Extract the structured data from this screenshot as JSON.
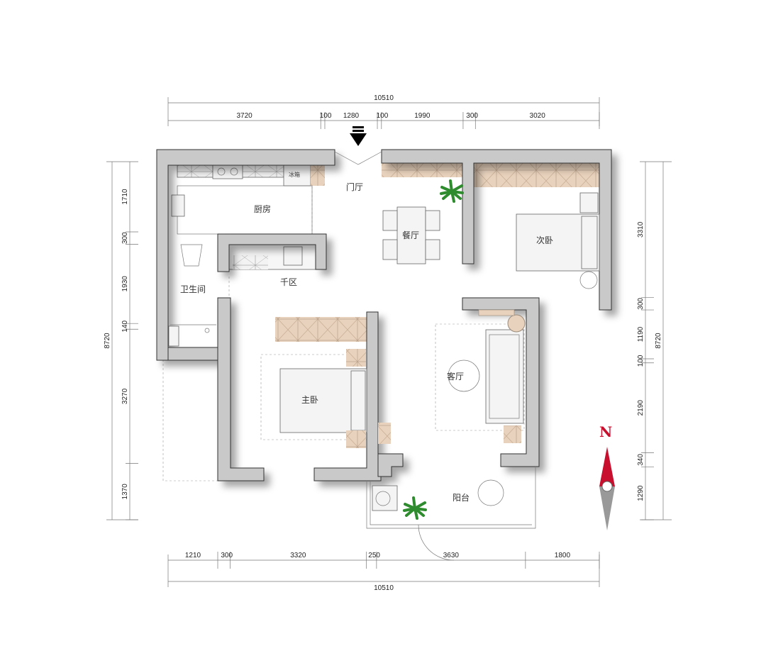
{
  "dimensions": {
    "top_total": "10510",
    "top_segments": [
      "3720",
      "100",
      "1280",
      "100",
      "1990",
      "300",
      "3020"
    ],
    "top_segment_mm": [
      3720,
      100,
      1280,
      100,
      1990,
      300,
      3020
    ],
    "left_total": "8720",
    "left_segments": [
      "1710",
      "300",
      "1930",
      "140",
      "3270",
      "1370"
    ],
    "left_segment_mm": [
      1710,
      300,
      1930,
      140,
      3270,
      1370
    ],
    "right_total": "8720",
    "right_segments": [
      "3310",
      "300",
      "1190",
      "100",
      "2190",
      "340",
      "1290"
    ],
    "right_segment_mm": [
      3310,
      300,
      1190,
      100,
      2190,
      340,
      1290
    ],
    "bottom_total": "10510",
    "bottom_segments": [
      "1210",
      "300",
      "3320",
      "250",
      "3630",
      "1800"
    ],
    "bottom_segment_mm": [
      1210,
      300,
      3320,
      250,
      3630,
      1800
    ]
  },
  "rooms": {
    "entry": "门厅",
    "kitchen": "厨房",
    "dining": "餐厅",
    "second_bedroom": "次卧",
    "bathroom": "卫生间",
    "dry_area": "千区",
    "master_bedroom": "主卧",
    "living_room": "客厅",
    "balcony": "阳台"
  },
  "labels": {
    "fridge": "冰箱"
  },
  "compass": {
    "north_label": "N",
    "color": "#c8102e"
  },
  "colors": {
    "wall": "#c9c9c9",
    "cabinet": "#e8d2bd"
  }
}
